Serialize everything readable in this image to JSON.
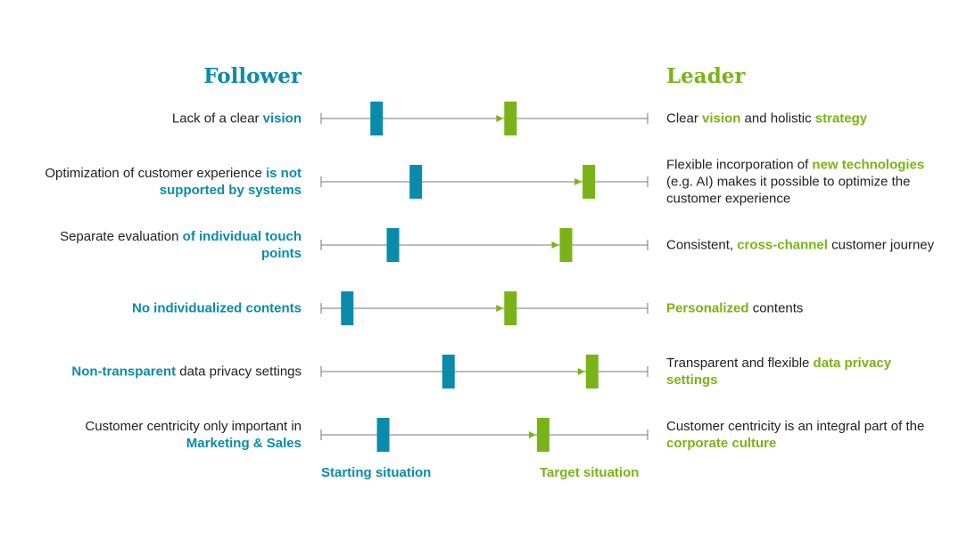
{
  "headings": {
    "follower": "Follower",
    "leader": "Leader"
  },
  "scale": {
    "min": 0,
    "max": 100
  },
  "colors": {
    "follower": "#0a8bab",
    "leader": "#7ab317",
    "axis": "#777777"
  },
  "rows": [
    {
      "left": [
        {
          "t": "Lack of a clear "
        },
        {
          "t": "vision",
          "b": true
        }
      ],
      "right": [
        {
          "t": "Clear "
        },
        {
          "t": "vision",
          "b": true
        },
        {
          "t": " and holistic "
        },
        {
          "t": "strategy",
          "b": true
        }
      ],
      "start": 17,
      "target": 58
    },
    {
      "left": [
        {
          "t": "Optimization of customer experience "
        },
        {
          "t": "is not supported by systems",
          "b": true
        }
      ],
      "right": [
        {
          "t": "Flexible incorporation of "
        },
        {
          "t": "new technologies",
          "b": true
        },
        {
          "t": " (e.g. AI) makes it possible to optimize the customer experience"
        }
      ],
      "start": 29,
      "target": 82
    },
    {
      "left": [
        {
          "t": "Separate evaluation "
        },
        {
          "t": "of individual touch points",
          "b": true
        }
      ],
      "right": [
        {
          "t": "Consistent, "
        },
        {
          "t": "cross-channel",
          "b": true
        },
        {
          "t": " customer journey"
        }
      ],
      "start": 22,
      "target": 75
    },
    {
      "left": [
        {
          "t": "No individualized contents",
          "b": true
        }
      ],
      "right": [
        {
          "t": "Personalized",
          "b": true
        },
        {
          "t": " contents"
        }
      ],
      "start": 8,
      "target": 58
    },
    {
      "left": [
        {
          "t": "Non-transparent",
          "b": true
        },
        {
          "t": " data  privacy settings"
        }
      ],
      "right": [
        {
          "t": "Transparent and flexible "
        },
        {
          "t": "data privacy settings",
          "b": true
        }
      ],
      "start": 39,
      "target": 83
    },
    {
      "left": [
        {
          "t": "Customer centricity only important in "
        },
        {
          "t": "Marketing & Sales",
          "b": true
        }
      ],
      "right": [
        {
          "t": "Customer centricity is an integral part of the "
        },
        {
          "t": "corporate culture",
          "b": true
        }
      ],
      "start": 19,
      "target": 68
    }
  ],
  "footer": {
    "start_label": "Starting situation",
    "target_label": "Target situation"
  }
}
